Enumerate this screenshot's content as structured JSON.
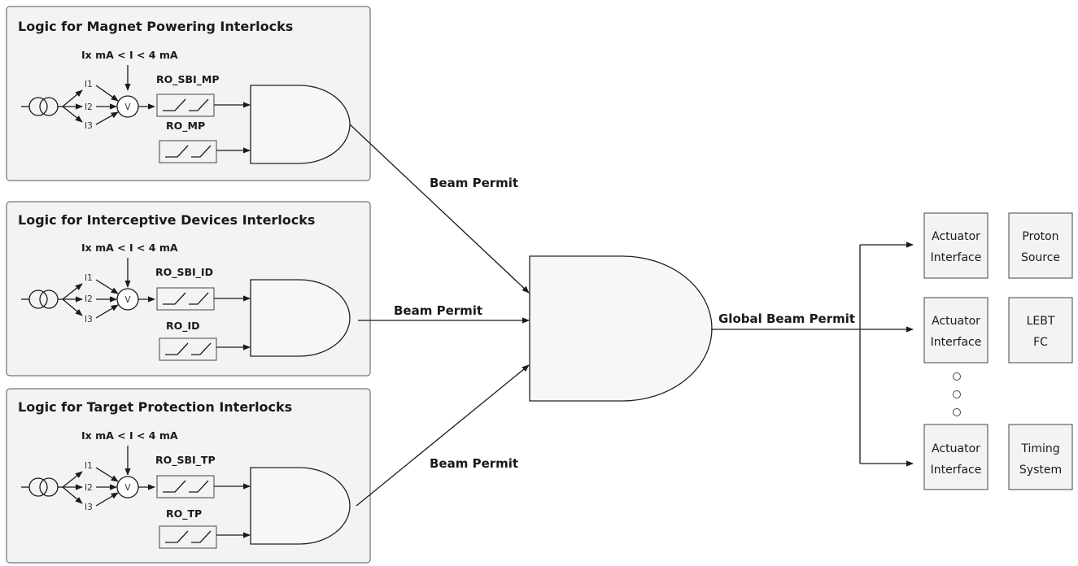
{
  "panels": [
    {
      "title": "Logic for Magnet Powering Interlocks",
      "condition": "Ix mA < I < 4 mA",
      "inputs": [
        "I1",
        "I2",
        "I3"
      ],
      "meter": "V",
      "relay_sbi": "RO_SBI_MP",
      "relay": "RO_MP"
    },
    {
      "title": "Logic for Interceptive Devices Interlocks",
      "condition": "Ix mA < I < 4 mA",
      "inputs": [
        "I1",
        "I2",
        "I3"
      ],
      "meter": "V",
      "relay_sbi": "RO_SBI_ID",
      "relay": "RO_ID"
    },
    {
      "title": "Logic for Target Protection Interlocks",
      "condition": "Ix mA < I < 4 mA",
      "inputs": [
        "I1",
        "I2",
        "I3"
      ],
      "meter": "V",
      "relay_sbi": "RO_SBI_TP",
      "relay": "RO_TP"
    }
  ],
  "beam_permit_labels": [
    "Beam Permit",
    "Beam Permit",
    "Beam Permit"
  ],
  "global_label": "Global Beam Permit",
  "outputs": [
    {
      "actuator": [
        "Actuator",
        "Interface"
      ],
      "target": [
        "Proton",
        "Source"
      ]
    },
    {
      "actuator": [
        "Actuator",
        "Interface"
      ],
      "target": [
        "LEBT",
        "FC"
      ]
    },
    {
      "actuator": [
        "Actuator",
        "Interface"
      ],
      "target": [
        "Timing",
        "System"
      ]
    }
  ]
}
